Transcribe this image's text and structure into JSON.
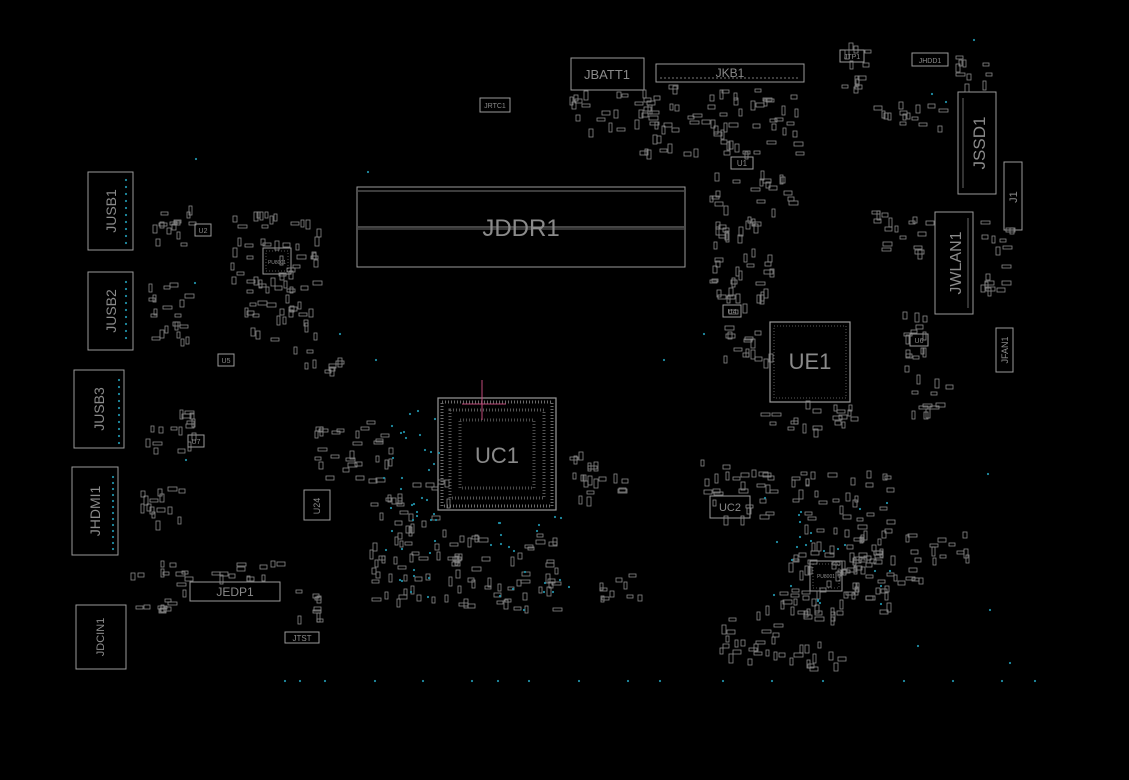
{
  "theme": {
    "background": "#000000",
    "outline": "#9a9a9a",
    "label": "#8a8a8a",
    "via": "#1f8fa6",
    "accent": "#c04a7a"
  },
  "components": {
    "jbatt1": "JBATT1",
    "jkb1": "JKB1",
    "jrtc1": "JRTC1",
    "jtp1": "JTP1",
    "jhdd1": "JHDD1",
    "jssd1": "JSSD1",
    "j1": "J1",
    "jddr1": "JDDR1",
    "jwlan1": "JWLAN1",
    "jusb1": "JUSB1",
    "jusb2": "JUSB2",
    "jusb3": "JUSB3",
    "jhdmi1": "JHDMI1",
    "jdcin1": "JDCIN1",
    "jedp1": "JEDP1",
    "jtst": "JTST",
    "jfan1": "JFAN1",
    "ue1": "UE1",
    "uc1": "UC1",
    "uc2": "UC2",
    "u1": "U1",
    "u2": "U2",
    "u4": "U4",
    "u5": "U5",
    "u6": "U6",
    "u7": "U7",
    "u24": "U24",
    "pu_left": "PU8001",
    "pu_right": "PU8001"
  }
}
